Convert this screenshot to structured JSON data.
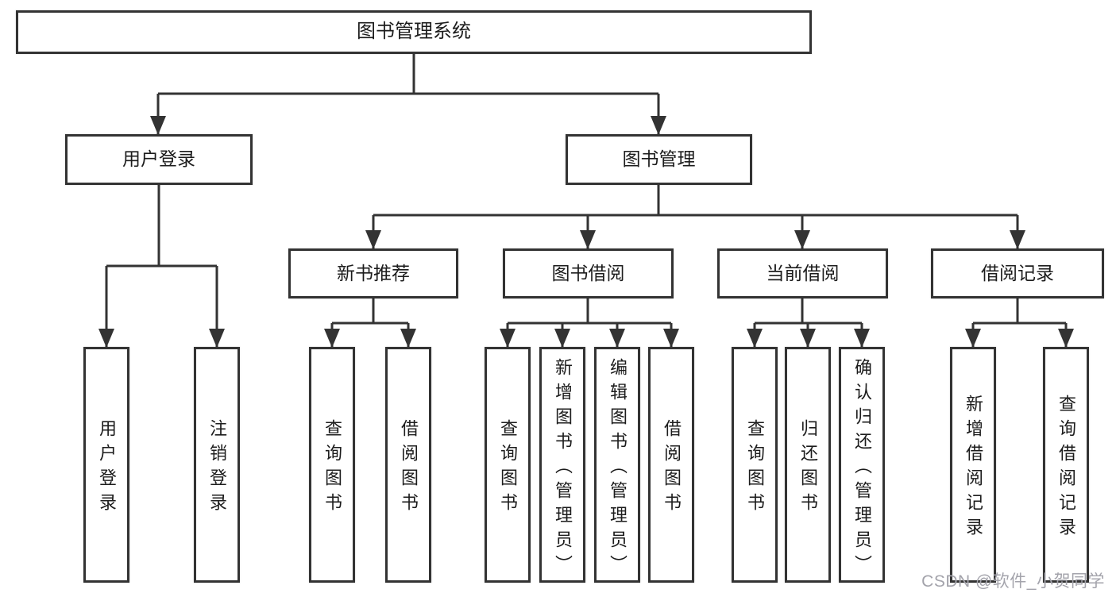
{
  "tree": {
    "root": {
      "label": "图书管理系统"
    },
    "branches": [
      {
        "label": "用户登录",
        "children": [
          "用户登录",
          "注销登录"
        ]
      },
      {
        "label": "图书管理",
        "modules": [
          {
            "label": "新书推荐",
            "children": [
              "查询图书",
              "借阅图书"
            ]
          },
          {
            "label": "图书借阅",
            "children": [
              "查询图书",
              "新增图书（管理员）",
              "编辑图书（管理员）",
              "借阅图书"
            ]
          },
          {
            "label": "当前借阅",
            "children": [
              "查询图书",
              "归还图书",
              "确认归还（管理员）"
            ]
          },
          {
            "label": "借阅记录",
            "children": [
              "新增借阅记录",
              "查询借阅记录"
            ]
          }
        ]
      }
    ]
  },
  "watermark": "CSDN @软件_小贺同学",
  "colors": {
    "line": "#333333",
    "box_border": "#333333",
    "box_fill": "#ffffff",
    "text": "#1c1c1c",
    "watermark": "#a3a3ab",
    "background": "#ffffff"
  }
}
